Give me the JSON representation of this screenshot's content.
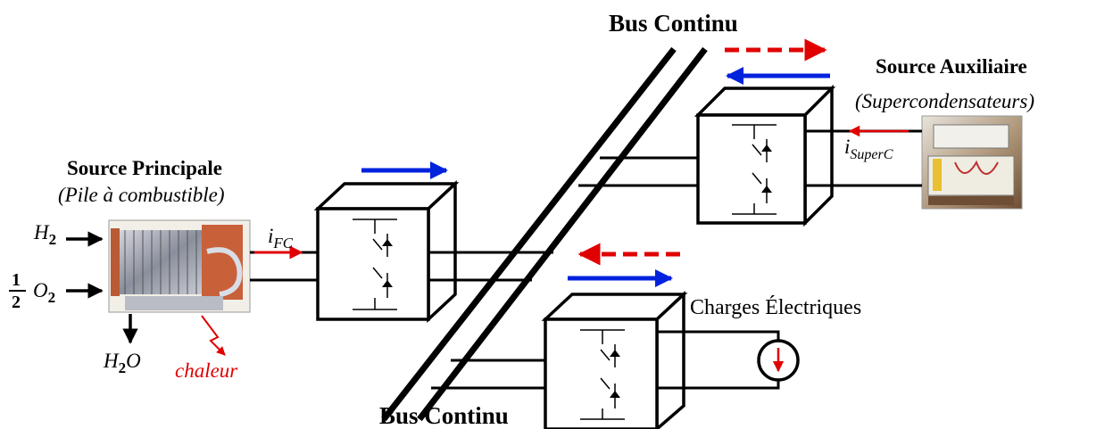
{
  "labels": {
    "bus": "Bus Continu",
    "main_source_title": "Source Principale",
    "main_source_sub": "(Pile à combustible)",
    "aux_source_title": "Source Auxiliaire",
    "aux_source_sub": "(Supercondensateurs)",
    "loads": "Charges Électriques",
    "heat": "chaleur"
  },
  "inputs": {
    "h2": {
      "base": "H",
      "sub": "2"
    },
    "o2": {
      "coef_num": "1",
      "coef_den": "2",
      "base": "O",
      "sub": "2"
    },
    "h2o": {
      "pre": "H",
      "sub": "2",
      "post": "O"
    }
  },
  "currents": {
    "fc": {
      "base": "i",
      "sub": "FC"
    },
    "superc": {
      "base": "i",
      "sub": "SuperC"
    }
  },
  "colors": {
    "forward_flow": "#0022dd",
    "reverse_flow": "#e00000",
    "line": "#000000",
    "fuel_cell_body": "#c8603a",
    "supercap_body": "#8a6a4a"
  }
}
